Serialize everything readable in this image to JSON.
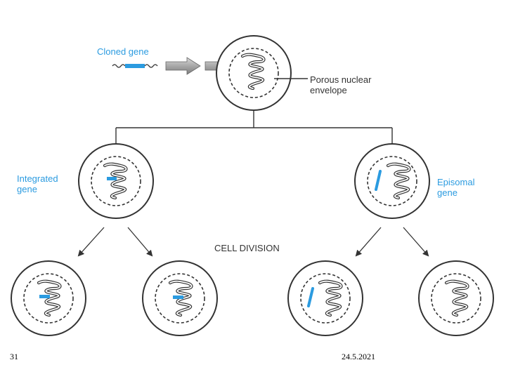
{
  "labels": {
    "cloned_gene": "Cloned gene",
    "porous_nuclear_envelope": "Porous nuclear\nenvelope",
    "integrated_gene": "Integrated\ngene",
    "episomal_gene": "Episomal\ngene",
    "cell_division": "CELL DIVISION"
  },
  "footer": {
    "slide_number": "31",
    "date": "24.5.2021"
  },
  "colors": {
    "gene_blue": "#2b9be0",
    "outline": "#333333",
    "arrow_gray": "#9a9a9a"
  }
}
